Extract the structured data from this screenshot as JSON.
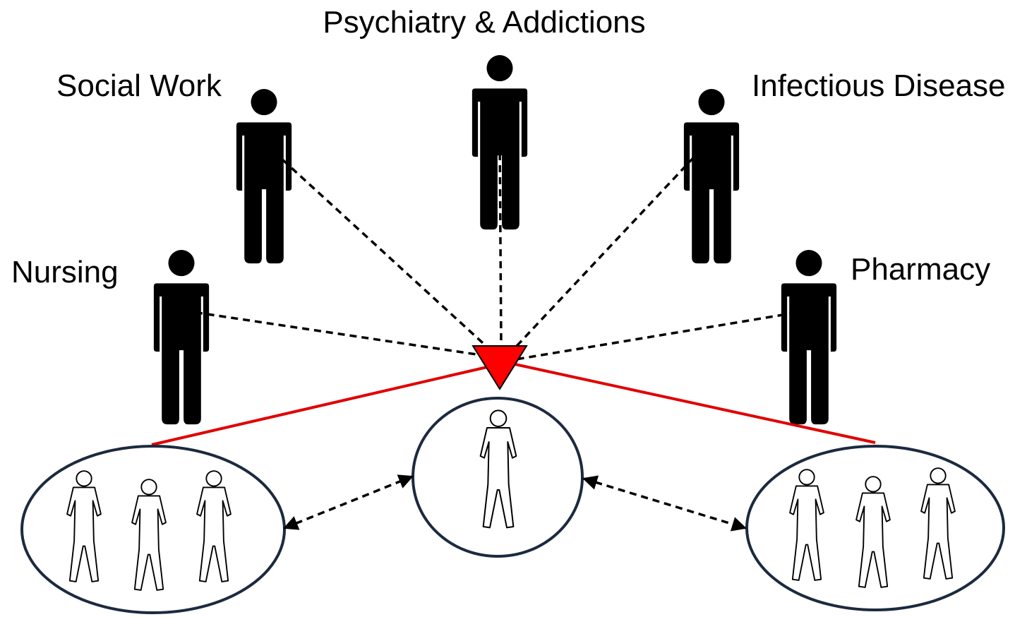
{
  "diagram": {
    "roles": [
      {
        "id": "psychiatry",
        "label": "Psychiatry & Addictions"
      },
      {
        "id": "social-work",
        "label": "Social Work"
      },
      {
        "id": "infectious-disease",
        "label": "Infectious Disease"
      },
      {
        "id": "nursing",
        "label": "Nursing"
      },
      {
        "id": "pharmacy",
        "label": "Pharmacy"
      }
    ],
    "hub": {
      "shape": "inverted-triangle",
      "color": "#ff0000"
    },
    "groups": [
      {
        "id": "left-group",
        "people": 3
      },
      {
        "id": "center-patient",
        "people": 1
      },
      {
        "id": "right-group",
        "people": 3
      }
    ],
    "colors": {
      "hub_fill": "#ff0000",
      "connector_red": "#e00000",
      "dashed_connector": "#000000",
      "ellipse_stroke": "#1c2a3f"
    },
    "icons": [
      "person-silhouette-icon",
      "person-outline-icon",
      "double-arrow-icon"
    ]
  }
}
